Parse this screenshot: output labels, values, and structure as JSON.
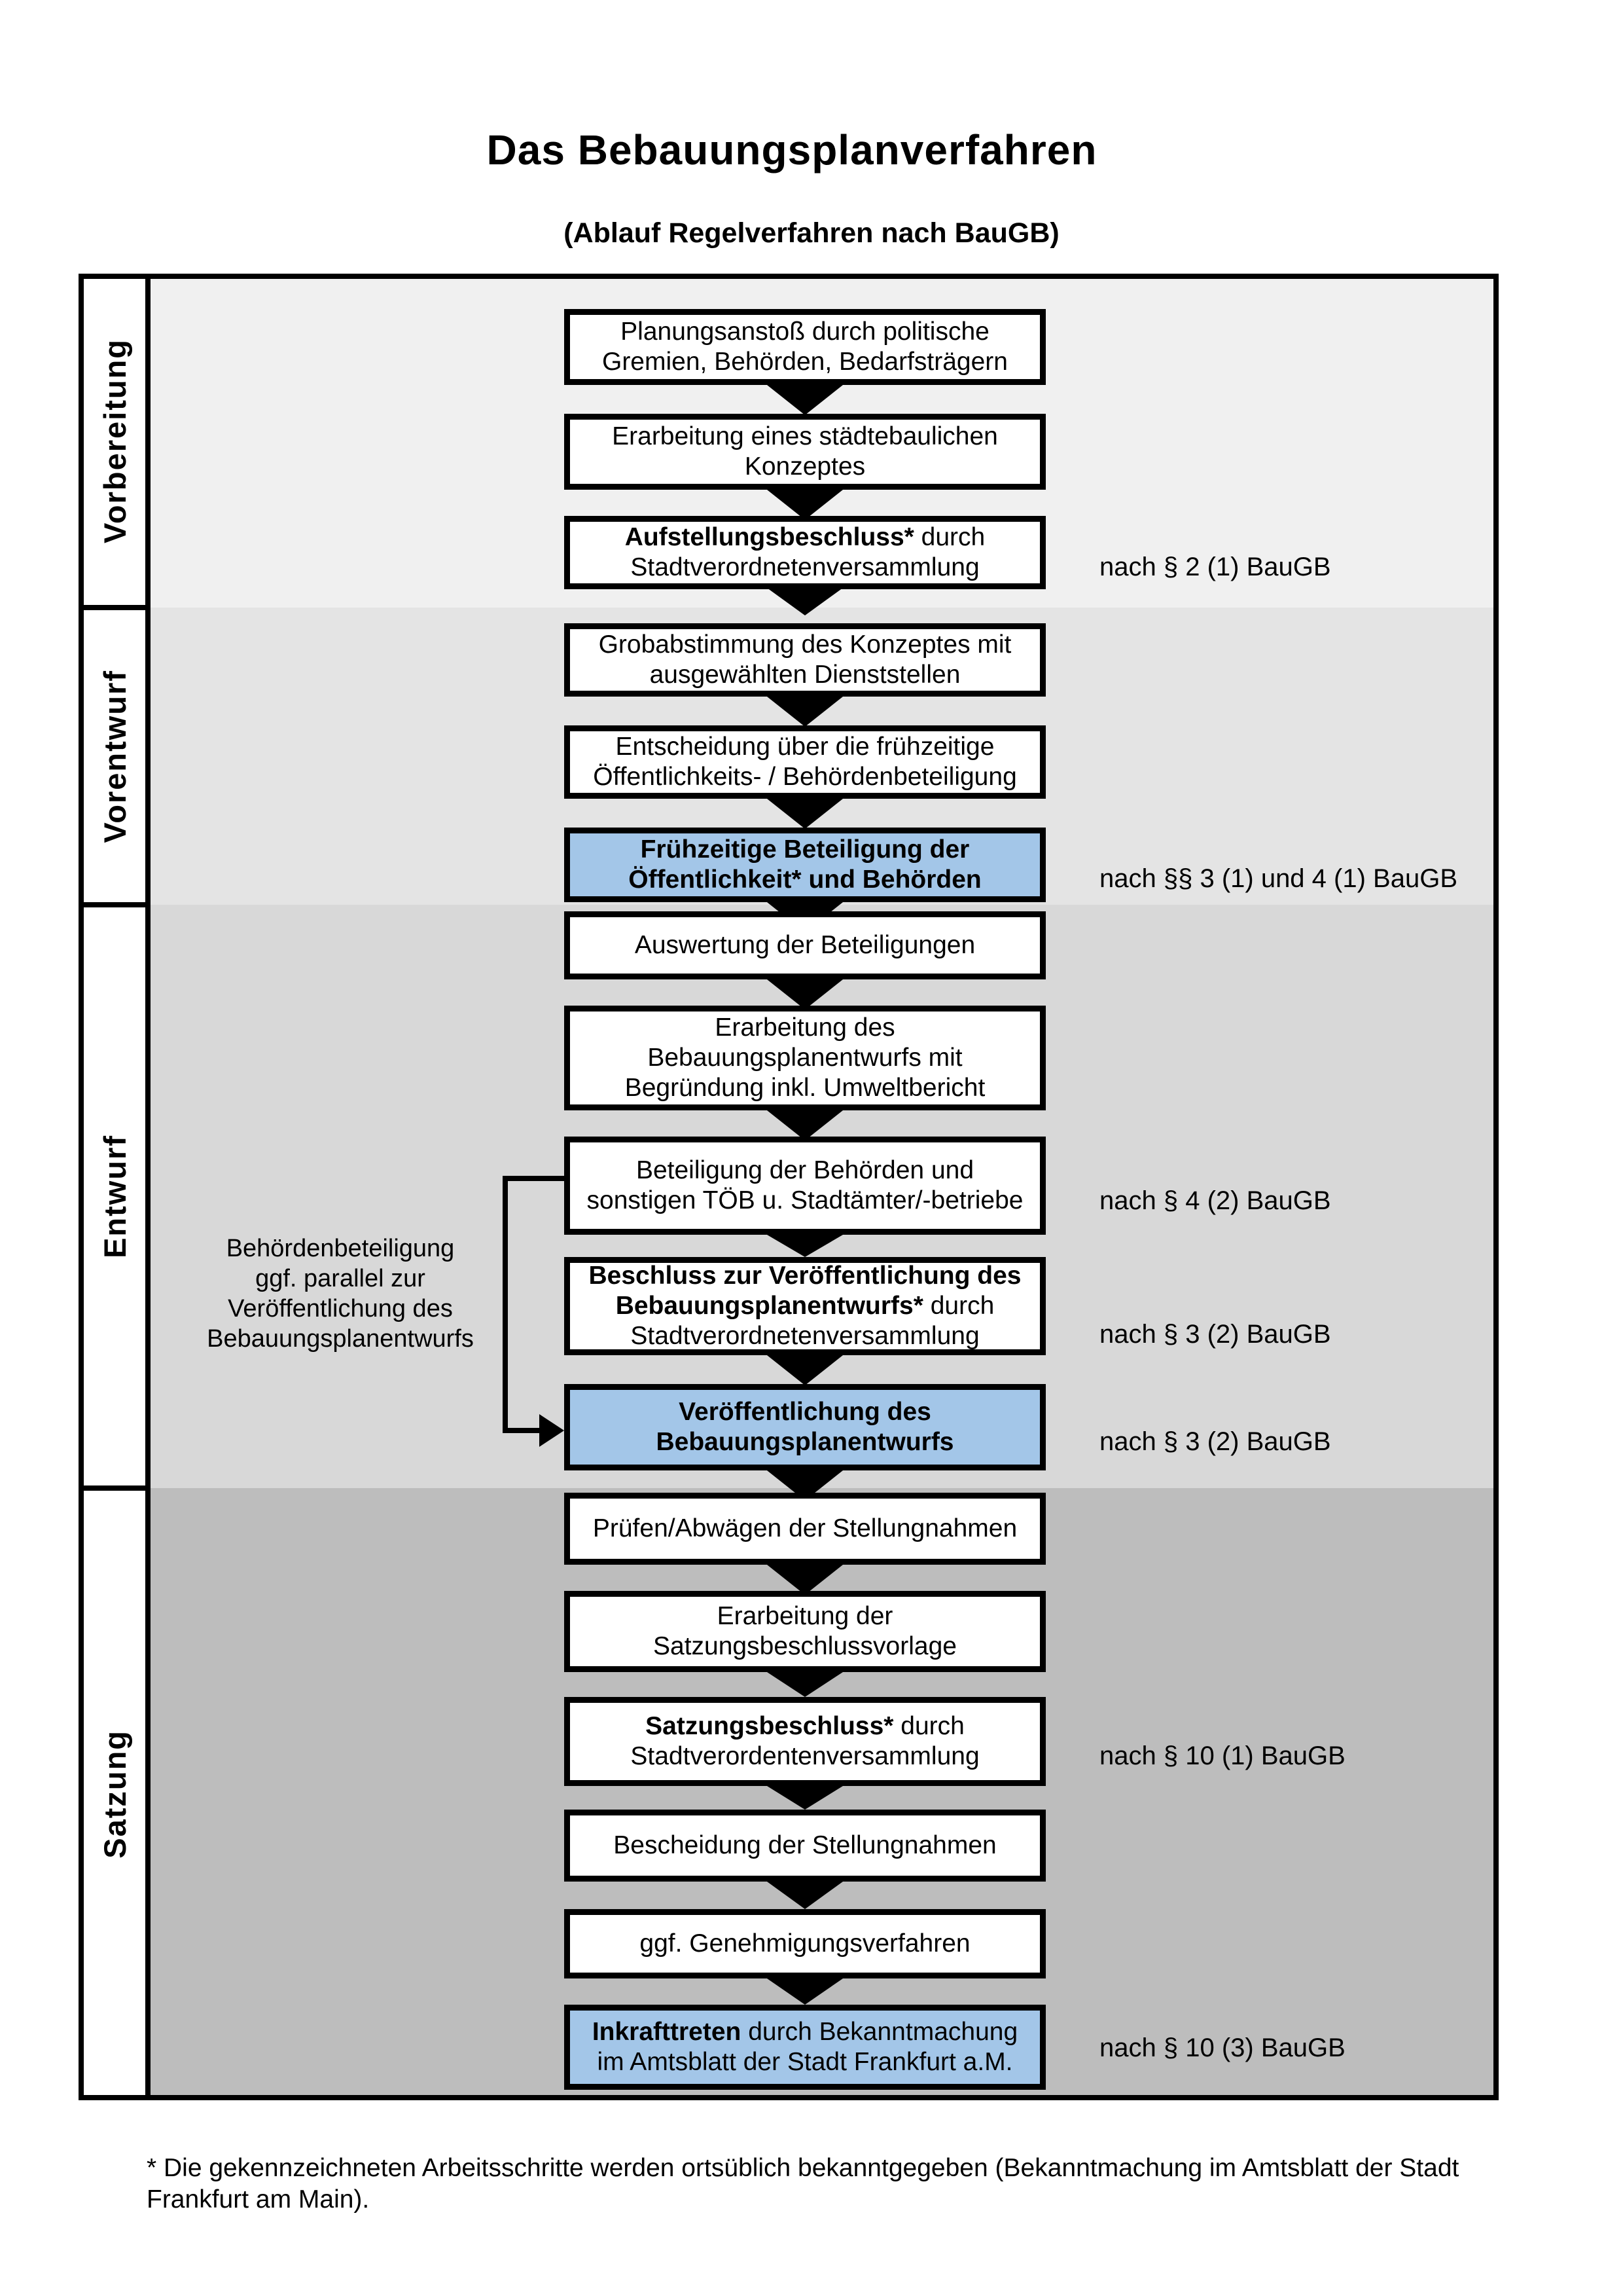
{
  "page": {
    "title": "Das Bebauungsplanverfahren",
    "subtitle": "(Ablauf Regelverfahren nach BauGB)",
    "footnote_line1": "* Die gekennzeichneten Arbeitsschritte werden ortsüblich bekanntgegeben (Bekanntmachung im Amtsblatt  der Stadt",
    "footnote_line2": "Frankfurt am Main)."
  },
  "colors": {
    "highlight_blue": "#a3c6e8",
    "section_vorbereitung": "#f0f0f0",
    "section_vorentwurf": "#e4e4e4",
    "section_entwurf": "#d8d8d8",
    "section_satzung": "#bdbdbd",
    "line_black": "#000000"
  },
  "phases": [
    {
      "label": "Vorbereitung"
    },
    {
      "label": "Vorentwurf"
    },
    {
      "label": "Entwurf"
    },
    {
      "label": "Satzung"
    }
  ],
  "annotation": {
    "line1": "Behördenbeteiligung",
    "line2": "ggf. parallel zur",
    "line3": "Veröffentlichung des",
    "line4": "Bebauungsplanentwurfs"
  },
  "refs": [
    {
      "text": "nach § 2 (1) BauGB"
    },
    {
      "text": "nach §§ 3 (1) und 4 (1) BauGB"
    },
    {
      "text": "nach § 4 (2) BauGB"
    },
    {
      "text": "nach § 3 (2) BauGB"
    },
    {
      "text": "nach § 3 (2) BauGB"
    },
    {
      "text": "nach § 10 (1) BauGB"
    },
    {
      "text": "nach § 10 (3) BauGB"
    }
  ],
  "boxes": {
    "b1": {
      "l1": "Planungsanstoß durch politische",
      "l2": "Gremien, Behörden, Bedarfsträgern"
    },
    "b2": {
      "l1": "Erarbeitung eines städtebaulichen",
      "l2": "Konzeptes"
    },
    "b3": {
      "l1_bold": "Aufstellungsbeschluss*",
      "l1_rest": " durch",
      "l2": "Stadtverordnetenversammlung"
    },
    "b4": {
      "l1": "Grobabstimmung des Konzeptes mit",
      "l2": "ausgewählten Dienststellen"
    },
    "b5": {
      "l1": "Entscheidung über die frühzeitige",
      "l2": "Öffentlichkeits- / Behördenbeteiligung"
    },
    "b6": {
      "l1": "Frühzeitige Beteiligung der",
      "l2": "Öffentlichkeit* und Behörden"
    },
    "b7": {
      "l1": "Auswertung der Beteiligungen"
    },
    "b8": {
      "l1": "Erarbeitung des",
      "l2": "Bebauungsplanentwurfs mit",
      "l3": "Begründung inkl. Umweltbericht"
    },
    "b9": {
      "l1": "Beteiligung der Behörden und",
      "l2": "sonstigen TÖB u. Stadtämter/-betriebe"
    },
    "b10": {
      "l1_bold": "Beschluss zur Veröffentlichung des",
      "l2_bold": "Bebauungsplanentwurfs*",
      "l2_rest": " durch",
      "l3": "Stadtverordnetenversammlung"
    },
    "b11": {
      "l1": "Veröffentlichung des",
      "l2": "Bebauungsplanentwurfs"
    },
    "b12": {
      "l1": "Prüfen/Abwägen der Stellungnahmen"
    },
    "b13": {
      "l1": "Erarbeitung der",
      "l2": "Satzungsbeschlussvorlage"
    },
    "b14": {
      "l1_bold": "Satzungsbeschluss*",
      "l1_rest": " durch",
      "l2": "Stadtverordentenversammlung"
    },
    "b15": {
      "l1": "Bescheidung der Stellungnahmen"
    },
    "b16": {
      "l1": "ggf. Genehmigungsverfahren"
    },
    "b17": {
      "l1_bold": "Inkrafttreten",
      "l1_rest": " durch Bekanntmachung",
      "l2": "im Amtsblatt der Stadt Frankfurt a.M."
    }
  }
}
